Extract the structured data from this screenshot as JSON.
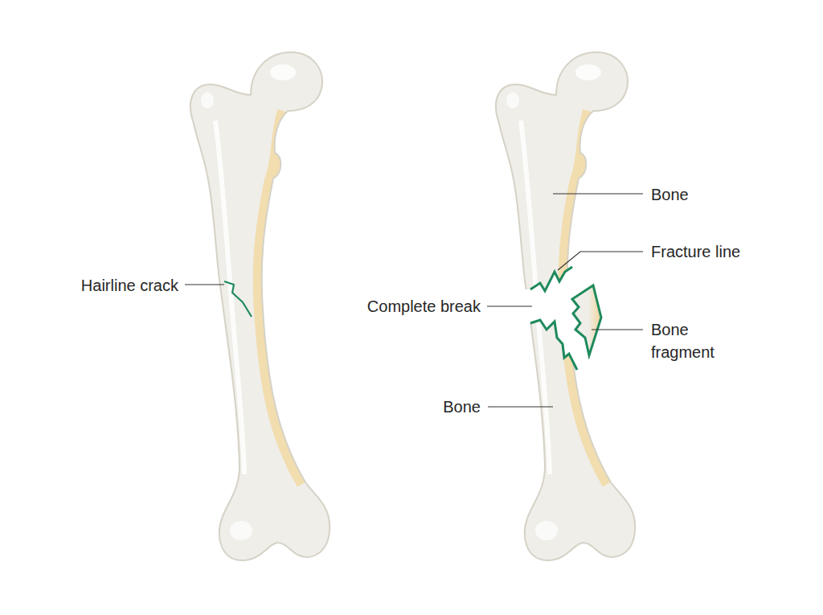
{
  "diagram": {
    "labels": [
      "Hairline crack",
      "Bone",
      "Fracture line",
      "Complete break",
      "Bone fragment",
      "Bone"
    ]
  }
}
